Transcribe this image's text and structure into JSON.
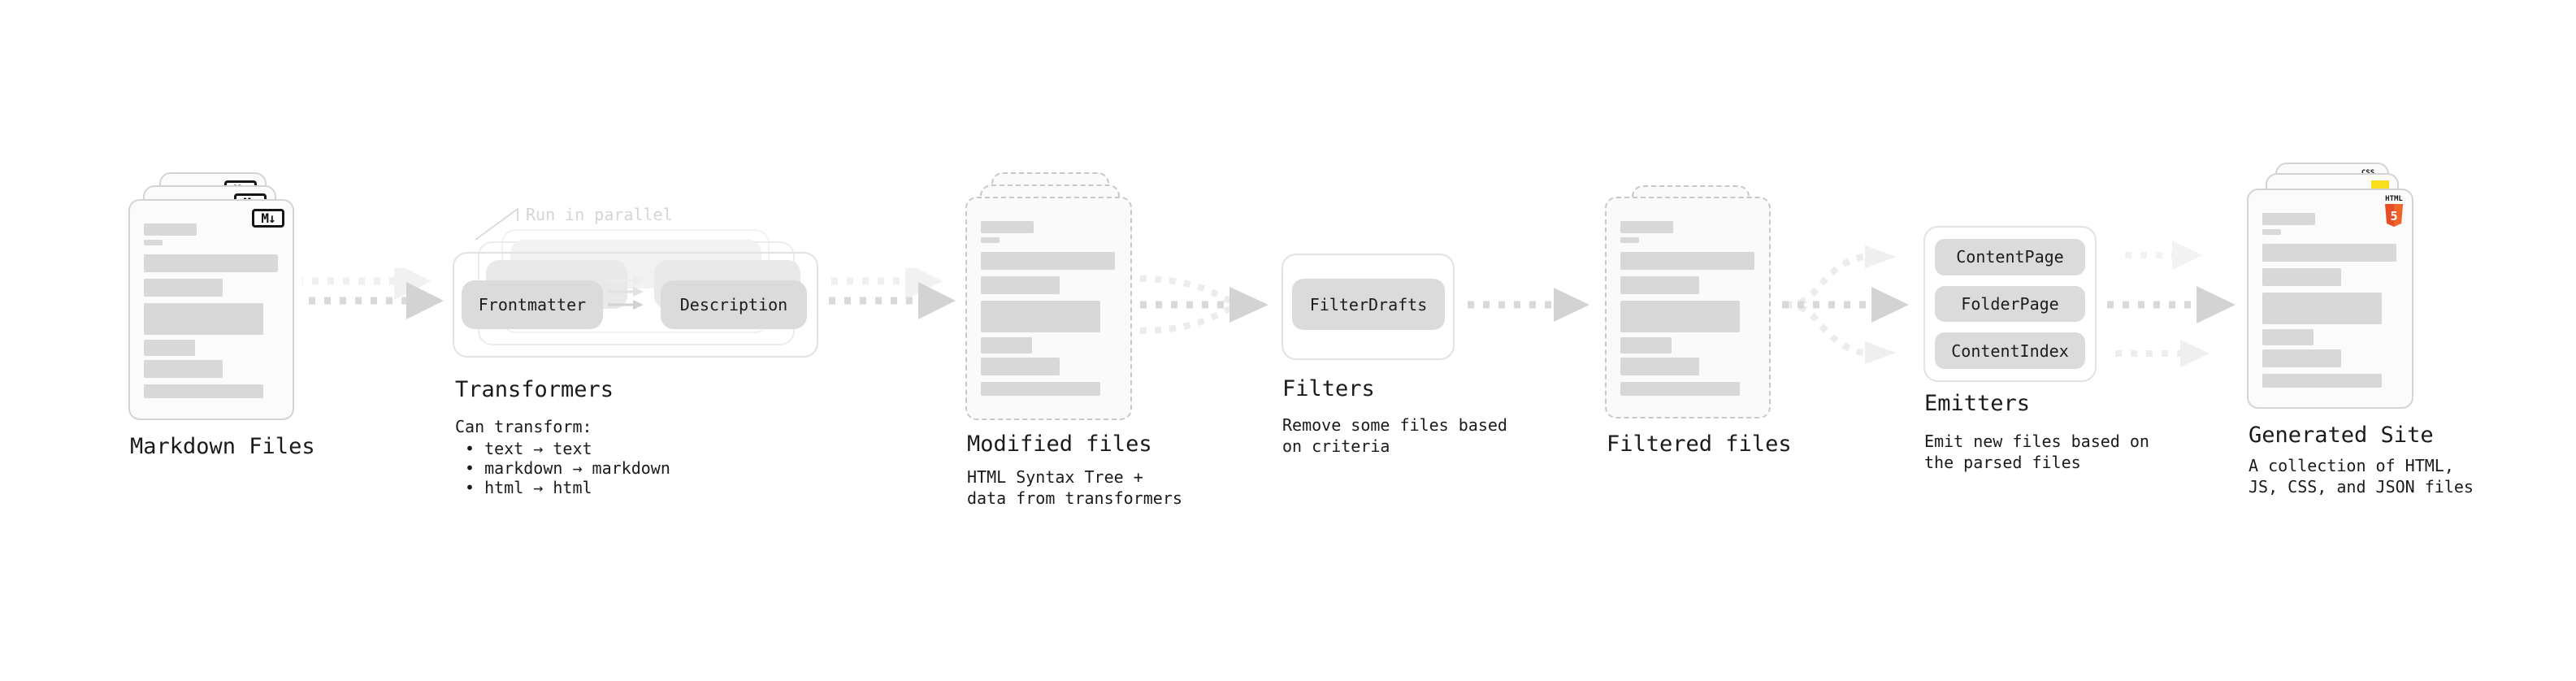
{
  "stages": {
    "markdown": {
      "label": "Markdown Files",
      "badge": "M↓"
    },
    "transformers": {
      "label": "Transformers",
      "note": "Run in parallel",
      "pill_left": "Frontmatter",
      "pill_right": "Description",
      "desc_heading": "Can transform:",
      "bullets": [
        "• text → text",
        "• markdown → markdown",
        "• html → html"
      ]
    },
    "modified": {
      "label": "Modified files",
      "desc": [
        "HTML Syntax Tree +",
        "data from transformers"
      ]
    },
    "filters": {
      "label": "Filters",
      "pill": "FilterDrafts",
      "desc": [
        "Remove some files based",
        "on criteria"
      ]
    },
    "filtered": {
      "label": "Filtered files"
    },
    "emitters": {
      "label": "Emitters",
      "pills": [
        "ContentPage",
        "FolderPage",
        "ContentIndex"
      ],
      "desc": [
        "Emit new files based on",
        "the parsed files"
      ]
    },
    "generated": {
      "label": "Generated Site",
      "desc": [
        "A collection of HTML,",
        "JS, CSS, and JSON files"
      ],
      "badges": {
        "html_label": "HTML",
        "html_number": "5",
        "css": "CSS"
      }
    }
  },
  "colors": {
    "html5_orange": "#e44d26",
    "html5_orange_light": "#f16529",
    "js_yellow": "#f7df1e",
    "css_blue": "#2965f1"
  }
}
